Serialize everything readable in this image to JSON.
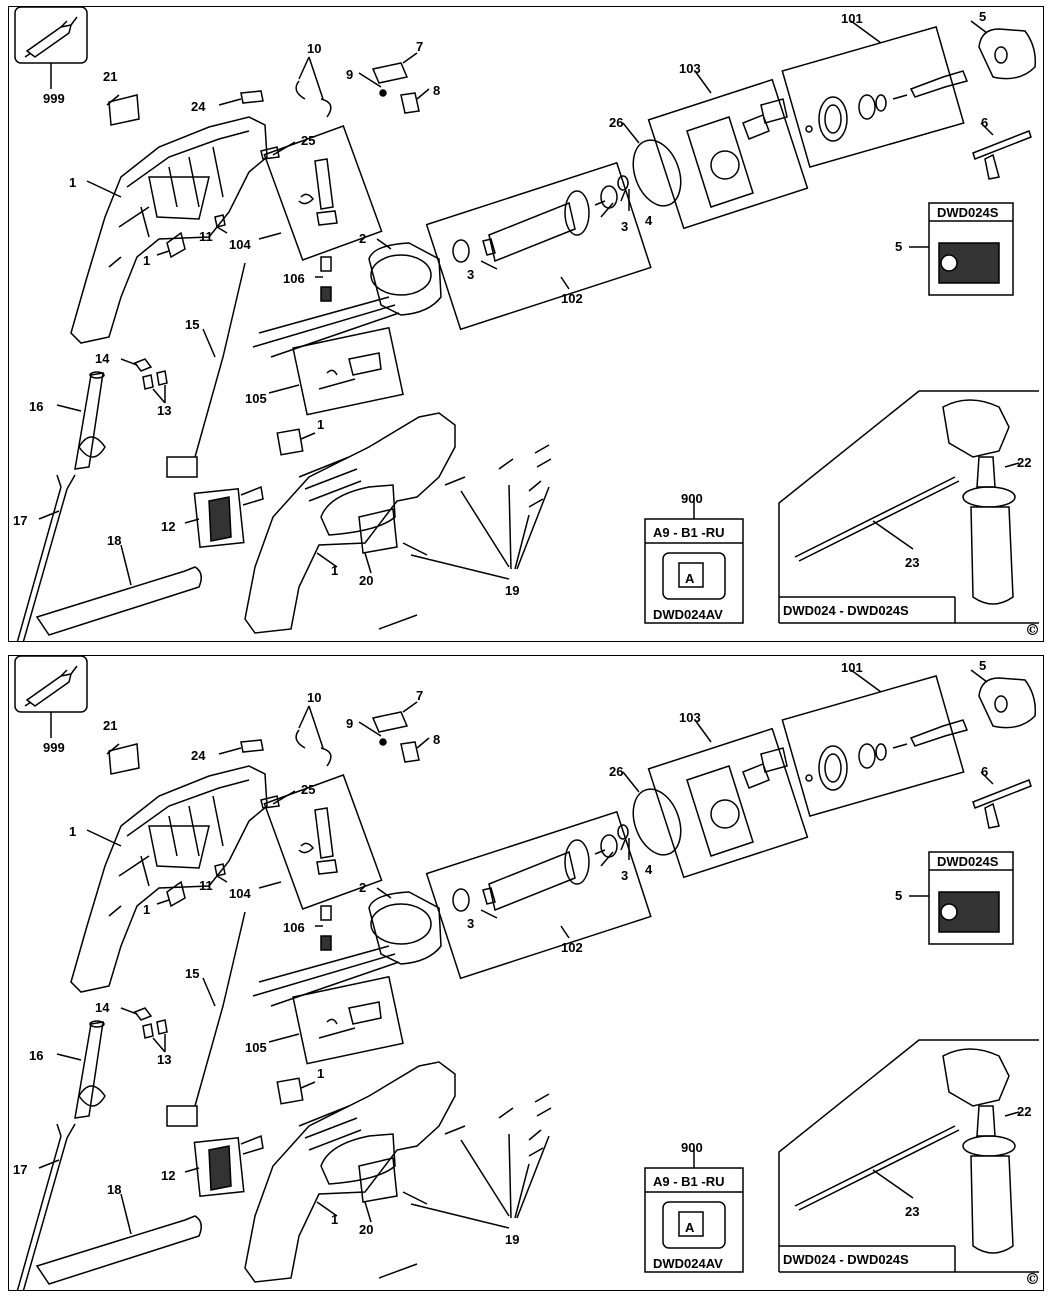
{
  "labels": {
    "n999": "999",
    "n21": "21",
    "n24": "24",
    "n10": "10",
    "n9": "9",
    "n7": "7",
    "n8": "8",
    "n25": "25",
    "n1": "1",
    "n11": "11",
    "n104": "104",
    "n106": "106",
    "n2": "2",
    "n15": "15",
    "n14": "14",
    "n13": "13",
    "n16": "16",
    "n105": "105",
    "n17": "17",
    "n12": "12",
    "n18": "18",
    "n20": "20",
    "n19": "19",
    "n102": "102",
    "n3": "3",
    "n4": "4",
    "n26": "26",
    "n103": "103",
    "n101": "101",
    "n5": "5",
    "n6": "6",
    "n22": "22",
    "n23": "23",
    "n900": "900"
  },
  "boxes": {
    "chuck_variant": "DWD024S",
    "sidehandle_variant": "DWD024 - DWD024S",
    "kit_code": "A9 - B1 -RU",
    "kit_model": "DWD024AV",
    "kit_icon_letter": "A"
  },
  "copyright_symbol": "©",
  "colors": {
    "line": "#000000",
    "fill": "#ffffff",
    "shade": "#d9d9d9",
    "dark": "#333333"
  }
}
